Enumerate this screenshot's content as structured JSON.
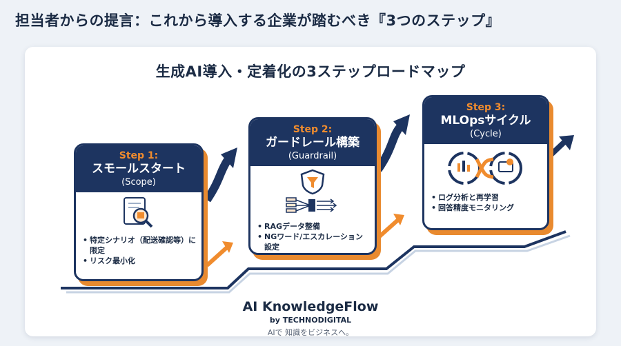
{
  "headline": "担当者からの提言：これから導入する企業が踏むべき『3つのステップ』",
  "panel_title": "生成AI導入・定着化の3ステップロードマップ",
  "steps": [
    {
      "label": "Step 1:",
      "title": "スモールスタート",
      "subtitle": "(Scope)",
      "bullets": [
        "特定シナリオ（配送確認等）に限定",
        "リスク最小化"
      ]
    },
    {
      "label": "Step 2:",
      "title": "ガードレール構築",
      "subtitle": "(Guardrail)",
      "bullets": [
        "RAGデータ整備",
        "NGワード/エスカレーション設定"
      ]
    },
    {
      "label": "Step 3:",
      "title": "MLOpsサイクル",
      "subtitle": "(Cycle)",
      "bullets": [
        "ログ分析と再学習",
        "回答精度モニタリング"
      ]
    }
  ],
  "brand": {
    "name": "AI KnowledgeFlow",
    "by": "by TECHNODIGITAL",
    "tagline": "AIで 知識をビジネスへ。"
  },
  "colors": {
    "navy": "#1d3460",
    "orange": "#f08c2e",
    "panel": "#ffffff",
    "background": "#eef2f7"
  },
  "icons": [
    "document-magnifier-icon",
    "shield-funnel-icon",
    "data-flow-icon",
    "mlops-cycle-icon"
  ]
}
